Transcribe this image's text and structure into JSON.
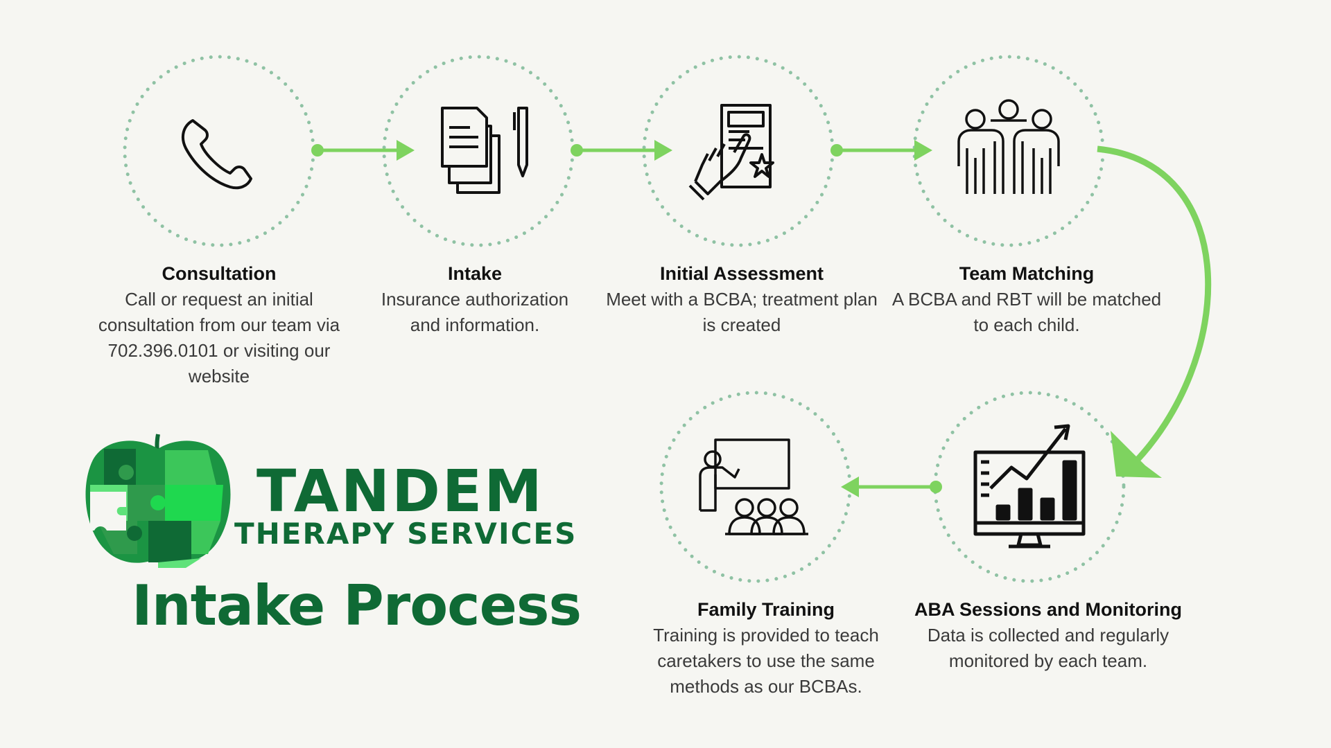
{
  "brand": {
    "name": "TANDEM",
    "subtitle": "THERAPY SERVICES",
    "title": "Intake Process"
  },
  "colors": {
    "background": "#f6f6f2",
    "arrow": "#7ed35f",
    "ring": "#8fc2a4",
    "brand_green": "#0f6a35"
  },
  "steps": [
    {
      "icon": "phone-icon",
      "title": "Consultation",
      "desc_lines": [
        "Call or request an initial",
        "consultation from our team via",
        "702.396.0101 or visiting our",
        "website"
      ]
    },
    {
      "icon": "documents-pen-icon",
      "title": "Intake",
      "desc_lines": [
        "Insurance authorization",
        "and information."
      ]
    },
    {
      "icon": "clipboard-hand-icon",
      "title": "Initial Assessment",
      "desc_lines": [
        "Meet with a BCBA; treatment plan",
        "is created"
      ]
    },
    {
      "icon": "team-people-icon",
      "title": "Team Matching",
      "desc_lines": [
        "A BCBA and RBT will be matched",
        "to each child."
      ]
    },
    {
      "icon": "monitor-chart-icon",
      "title": "ABA Sessions and Monitoring",
      "desc_lines": [
        "Data is collected and regularly",
        "monitored by each team."
      ]
    },
    {
      "icon": "classroom-teacher-icon",
      "title": "Family Training",
      "desc_lines": [
        "Training is provided to teach",
        "caretakers to use the same",
        "methods as our BCBAs."
      ]
    }
  ]
}
